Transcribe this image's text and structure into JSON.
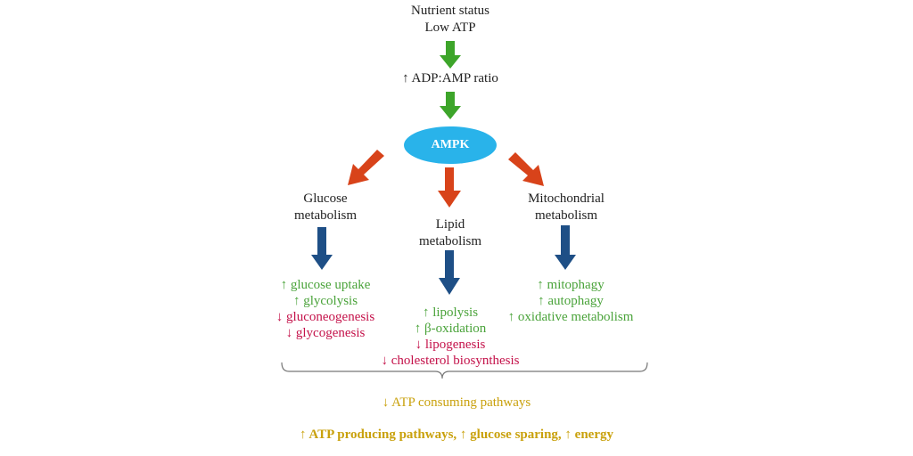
{
  "header": {
    "line1": "Nutrient status",
    "line2": "Low ATP"
  },
  "ratio_label": "↑ ADP:AMP ratio",
  "center_node": "AMPK",
  "branches": {
    "glucose": {
      "title1": "Glucose",
      "title2": "metabolism",
      "effects": [
        {
          "text": "↑ glucose uptake",
          "dir": "up"
        },
        {
          "text": "↑ glycolysis",
          "dir": "up"
        },
        {
          "text": "↓ gluconeogenesis",
          "dir": "down"
        },
        {
          "text": "↓ glycogenesis",
          "dir": "down"
        }
      ]
    },
    "lipid": {
      "title1": "Lipid",
      "title2": "metabolism",
      "effects": [
        {
          "text": "↑ lipolysis",
          "dir": "up"
        },
        {
          "text": "↑ β-oxidation",
          "dir": "up"
        },
        {
          "text": "↓ lipogenesis",
          "dir": "down"
        },
        {
          "text": "↓ cholesterol biosynthesis",
          "dir": "down"
        }
      ]
    },
    "mito": {
      "title1": "Mitochondrial",
      "title2": "metabolism",
      "effects": [
        {
          "text": "↑ mitophagy",
          "dir": "up"
        },
        {
          "text": "↑ autophagy",
          "dir": "up"
        },
        {
          "text": "↑ oxidative metabolism",
          "dir": "up"
        }
      ]
    }
  },
  "summary": {
    "consuming": "↓ ATP consuming pathways",
    "producing": "↑  ATP producing pathways, ↑ glucose sparing, ↑ energy"
  },
  "colors": {
    "green_arrow": "#3da52a",
    "red_arrow": "#d8431a",
    "blue_arrow": "#1e4f86",
    "ampk_fill": "#29b3ea",
    "up_text": "#4aa33a",
    "down_text": "#c4124a",
    "summary_text": "#c9a10c"
  }
}
